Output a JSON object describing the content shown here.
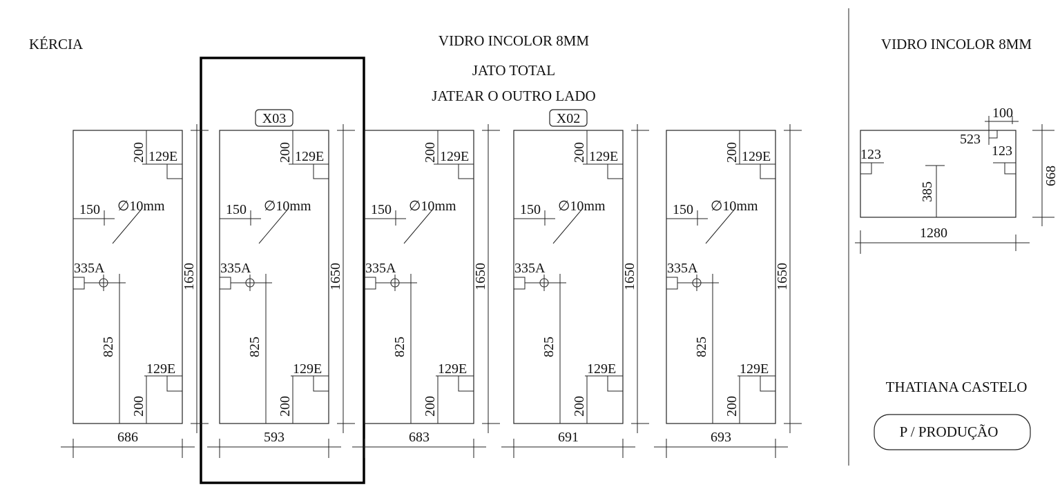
{
  "header": {
    "client_name": "KÉRCIA",
    "glass_title": "VIDRO INCOLOR 8MM",
    "finish_line_1": "JATO TOTAL",
    "finish_line_2": "JATEAR O OUTRO LADO"
  },
  "panels": [
    {
      "tag": "",
      "width": "686",
      "height": "1650",
      "top_hole": "129E",
      "top_offset": "200",
      "side_offset": "150",
      "diameter": "∅10mm",
      "hinge": "335A",
      "vertical": "825",
      "bottom_hole": "129E",
      "bottom_offset": "200"
    },
    {
      "tag": "X03",
      "width": "593",
      "height": "1650",
      "top_hole": "129E",
      "top_offset": "200",
      "side_offset": "150",
      "diameter": "∅10mm",
      "hinge": "335A",
      "vertical": "825",
      "bottom_hole": "129E",
      "bottom_offset": "200"
    },
    {
      "tag": "",
      "width": "683",
      "height": "1650",
      "top_hole": "129E",
      "top_offset": "200",
      "side_offset": "150",
      "diameter": "∅10mm",
      "hinge": "335A",
      "vertical": "825",
      "bottom_hole": "129E",
      "bottom_offset": "200"
    },
    {
      "tag": "X02",
      "width": "691",
      "height": "1650",
      "top_hole": "129E",
      "top_offset": "200",
      "side_offset": "150",
      "diameter": "∅10mm",
      "hinge": "335A",
      "vertical": "825",
      "bottom_hole": "129E",
      "bottom_offset": "200"
    },
    {
      "tag": "",
      "width": "693",
      "height": "1650",
      "top_hole": "129E",
      "top_offset": "200",
      "side_offset": "150",
      "diameter": "∅10mm",
      "hinge": "335A",
      "vertical": "825",
      "bottom_hole": "129E",
      "bottom_offset": "200"
    }
  ],
  "right_panel": {
    "glass_title": "VIDRO INCOLOR 8MM",
    "width": "1280",
    "height": "668",
    "notch_width": "100",
    "notch_offset": "523",
    "left_hole": "123",
    "right_hole": "123",
    "vertical": "385"
  },
  "customer": {
    "name": "THATIANA CASTELO",
    "status_button": "P / PRODUÇÃO"
  }
}
